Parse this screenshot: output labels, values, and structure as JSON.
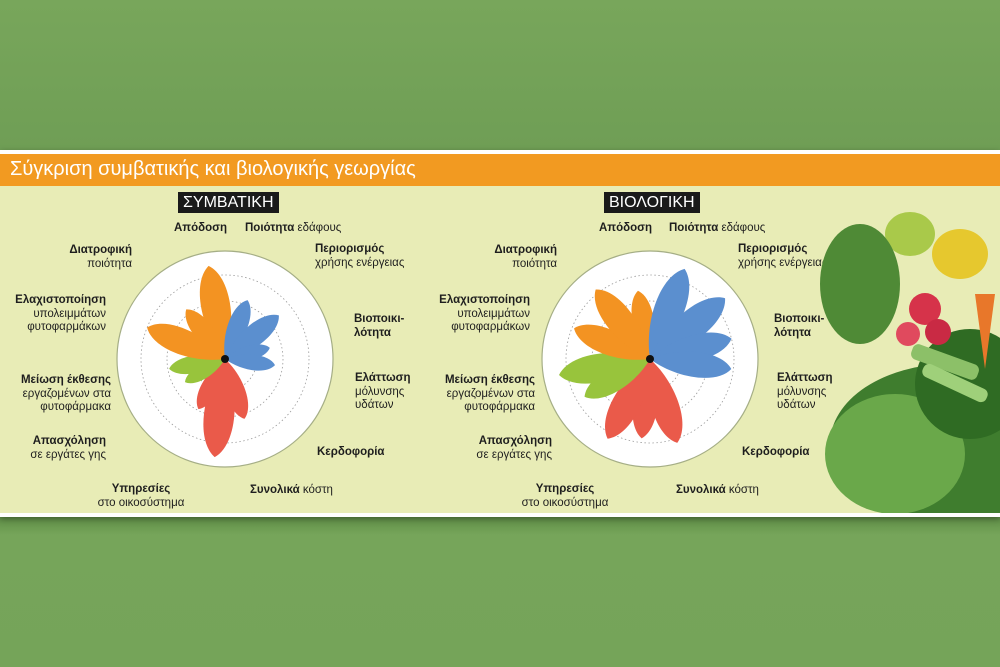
{
  "title": "Σύγκριση συμβατικής και βιολογικής γεωργίας",
  "colors": {
    "orange": "#f39322",
    "blue": "#5b8fcf",
    "red": "#ea5a4a",
    "green": "#98c43c",
    "header": "#f29a21",
    "background": "#e8ecb6"
  },
  "axes": [
    {
      "bold": "Απόδοση",
      "rest": ""
    },
    {
      "bold": "Ποιότητα",
      "rest": " εδάφους"
    },
    {
      "bold": "Περιορισμός",
      "rest": "χρήσης ενέργειας"
    },
    {
      "bold": "Βιοποικι-",
      "rest": "λότητα"
    },
    {
      "bold": "Ελάττωση",
      "rest": "μόλυνσης υδάτων"
    },
    {
      "bold": "Κερδοφορία",
      "rest": ""
    },
    {
      "bold": "Συνολικά",
      "rest": " κόστη"
    },
    {
      "bold": "Υπηρεσίες",
      "rest": "στο οικοσύστημα"
    },
    {
      "bold": "Απασχόληση",
      "rest": "σε εργάτες γης"
    },
    {
      "bold": "Μείωση έκθεσης",
      "rest": "εργαζομένων στα φυτοφάρμακα"
    },
    {
      "bold": "Ελαχιστοποίηση",
      "rest": "υπολειμμάτων φυτοφαρμάκων"
    },
    {
      "bold": "Διατροφική",
      "rest": "ποιότητα"
    }
  ],
  "chart_data": [
    {
      "type": "rose",
      "title": "ΣΥΜΒΑΤΙΚΗ",
      "categories": [
        "Απόδοση",
        "Ποιότητα εδάφους",
        "Περιορισμός χρήσης ενέργειας",
        "Βιοποικιλότητα",
        "Ελάττωση μόλυνσης υδάτων",
        "Κερδοφορία",
        "Συνολικά κόστη",
        "Υπηρεσίες στο οικοσύστημα",
        "Απασχόληση σε εργάτες γης",
        "Μείωση έκθεσης εργαζομένων στα φυτοφάρμακα",
        "Ελαχιστοποίηση υπολειμμάτων φυτοφαρμάκων",
        "Διατροφική ποιότητα"
      ],
      "values": [
        4.5,
        3.0,
        3.3,
        2.2,
        2.4,
        3.0,
        4.7,
        2.7,
        2.2,
        2.7,
        4.0,
        3.0
      ],
      "colors": [
        "orange",
        "blue",
        "blue",
        "blue",
        "blue",
        "red",
        "red",
        "red",
        "green",
        "green",
        "orange",
        "orange"
      ],
      "max": 5
    },
    {
      "type": "rose",
      "title": "ΒΙΟΛΟΓΙΚΗ",
      "categories": [
        "Απόδοση",
        "Ποιότητα εδάφους",
        "Περιορισμός χρήσης ενέργειας",
        "Βιοποικιλότητα",
        "Ελάττωση μόλυνσης υδάτων",
        "Κερδοφορία",
        "Συνολικά κόστη",
        "Υπηρεσίες στο οικοσύστημα",
        "Απασχόληση σε εργάτες γης",
        "Μείωση έκθεσης εργαζομένων στα φυτοφάρμακα",
        "Ελαχιστοποίηση υπολειμμάτων φυτοφαρμάκων",
        "Διατροφική ποιότητα"
      ],
      "values": [
        3.3,
        4.6,
        4.6,
        4.0,
        3.9,
        4.2,
        3.8,
        4.3,
        3.6,
        4.4,
        3.9,
        4.2
      ],
      "colors": [
        "orange",
        "blue",
        "blue",
        "blue",
        "blue",
        "red",
        "red",
        "red",
        "green",
        "green",
        "orange",
        "orange"
      ],
      "max": 5
    }
  ]
}
